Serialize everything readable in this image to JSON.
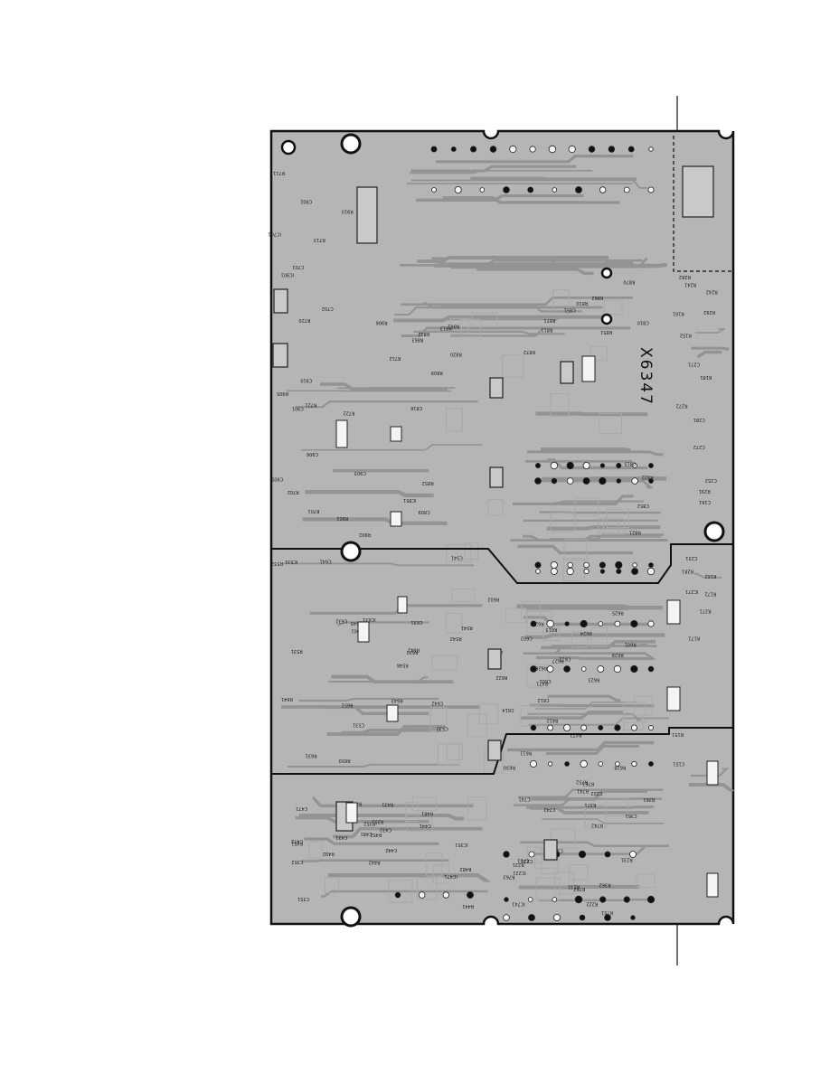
{
  "board": {
    "id": "X6347",
    "colors": {
      "board": "#b5b5b5",
      "trace": "#8a8a8a",
      "outline": "#111111",
      "pad": "#f2f2f2",
      "label": "#1a1a1a"
    }
  },
  "components": [
    "R901",
    "R902",
    "C901",
    "C902",
    "C903",
    "IC901",
    "R905",
    "R906",
    "C905",
    "C906",
    "R910",
    "C910",
    "R701",
    "C701",
    "R702",
    "C702",
    "IC701",
    "R711",
    "R712",
    "R713",
    "R720",
    "R721",
    "R722",
    "R809",
    "R810",
    "C809",
    "C810",
    "R811",
    "R812",
    "R813",
    "R820",
    "R821",
    "R822",
    "C815",
    "C816",
    "R851",
    "R852",
    "C851",
    "C852",
    "IC851",
    "R861",
    "R862",
    "R863",
    "R870",
    "R871",
    "R872",
    "R631",
    "R632",
    "C631",
    "C632",
    "IC631",
    "R641",
    "R642",
    "C641",
    "C642",
    "R643",
    "R650",
    "R651",
    "R901",
    "R531",
    "R532",
    "C531",
    "C532",
    "IC531",
    "R541",
    "R542",
    "C541",
    "R545",
    "R546",
    "R601",
    "R602",
    "C601",
    "C602",
    "R611",
    "R612",
    "R613",
    "R621",
    "R622",
    "R623",
    "R624",
    "R625",
    "R626",
    "R627",
    "R628",
    "R629",
    "R630",
    "C611",
    "C612",
    "C613",
    "C614",
    "R471",
    "R472",
    "C471",
    "C472",
    "IC471",
    "R481",
    "R482",
    "C481",
    "R491",
    "R492",
    "R431",
    "R432",
    "C431",
    "C432",
    "R441",
    "R442",
    "C441",
    "C442",
    "R451",
    "R452",
    "R351",
    "R352",
    "C351",
    "C352",
    "IC351",
    "R361",
    "R362",
    "C361",
    "C362",
    "R371",
    "R741",
    "R742",
    "C741",
    "C742",
    "IC741",
    "R751",
    "R752",
    "C751",
    "R761",
    "R762",
    "R763",
    "R221",
    "R222",
    "C221",
    "C222",
    "IC221",
    "R231",
    "R232",
    "C231",
    "R241",
    "R242",
    "R271",
    "R272",
    "C271",
    "C272",
    "IC271",
    "R281",
    "R282",
    "C281",
    "R291",
    "R292",
    "R151",
    "R152",
    "C151",
    "C152",
    "R161",
    "R162",
    "C161",
    "R171",
    "R172",
    "R181"
  ]
}
